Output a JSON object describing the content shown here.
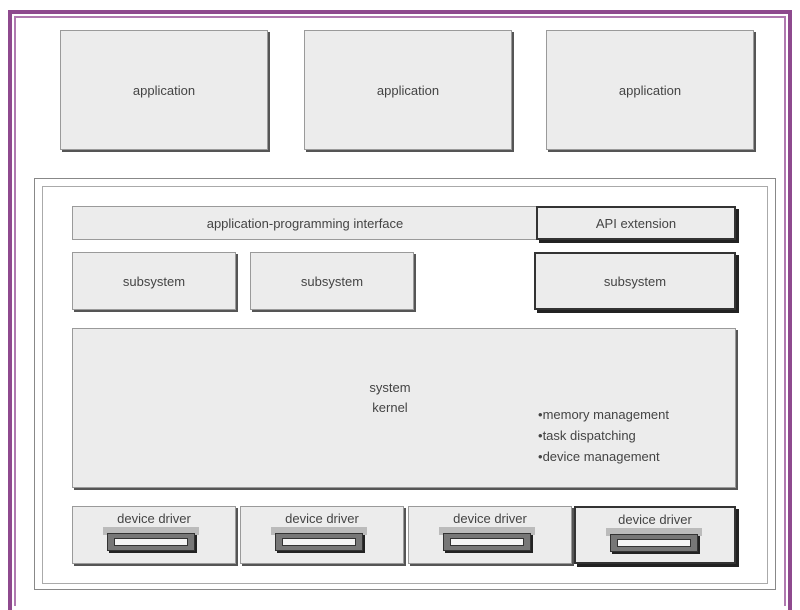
{
  "applications": [
    "application",
    "application",
    "application"
  ],
  "api": {
    "interface": "application-programming interface",
    "extension": "API extension"
  },
  "subsystems": [
    "subsystem",
    "subsystem",
    "subsystem"
  ],
  "kernel": {
    "label_line1": "system",
    "label_line2": "kernel",
    "features": [
      "memory management",
      "task dispatching",
      "device management"
    ]
  },
  "device_drivers": [
    "device driver",
    "device driver",
    "device driver",
    "device driver"
  ]
}
